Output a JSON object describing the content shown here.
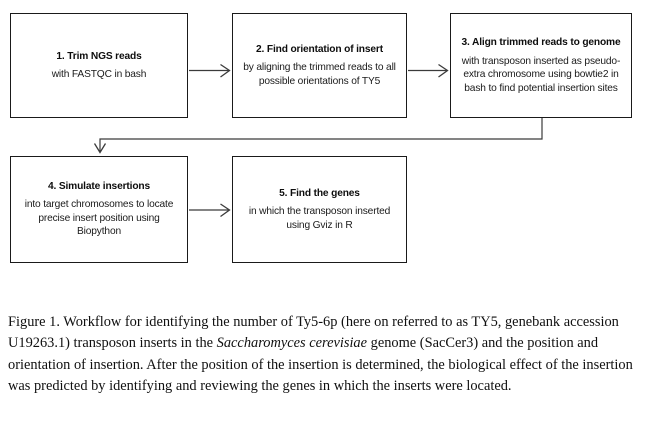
{
  "figure": {
    "type": "workflow-flowchart",
    "boxes": [
      {
        "id": "box-1",
        "title": "1. Trim NGS reads",
        "body": "with FASTQC in bash"
      },
      {
        "id": "box-2",
        "title": "2. Find orientation of insert",
        "body": "by aligning the trimmed reads to all possible orientations of TY5"
      },
      {
        "id": "box-3",
        "title": "3. Align trimmed reads to genome",
        "body": "with transposon inserted as pseudo-extra chromosome using bowtie2 in bash to find potential insertion sites"
      },
      {
        "id": "box-4",
        "title": "4. Simulate insertions",
        "body": "into target chromosomes to locate precise insert position using Biopython"
      },
      {
        "id": "box-5",
        "title": "5. Find the genes",
        "body": "in which the transposon inserted using Gviz in R"
      }
    ],
    "connectors": [
      {
        "name": "arrow-box1-to-box2",
        "from": "box-1",
        "to": "box-2",
        "style": "straight-right"
      },
      {
        "name": "arrow-box2-to-box3",
        "from": "box-2",
        "to": "box-3",
        "style": "straight-right"
      },
      {
        "name": "arrow-box3-to-box4",
        "from": "box-3",
        "to": "box-4",
        "style": "elbow-down-left"
      },
      {
        "name": "arrow-box4-to-box5",
        "from": "box-4",
        "to": "box-5",
        "style": "straight-right"
      }
    ],
    "colors": {
      "box_border": "#1a1a1a",
      "box_fill": "#ffffff",
      "connector": "#3b3b3b",
      "text": "#0d0d0d",
      "page_background": "#ffffff"
    }
  },
  "caption": {
    "label": "Figure 1.",
    "part_1": "Figure 1. Workflow for identifying the number of Ty5-6p (here on referred to as TY5, genebank accession U19263.1) transposon inserts in the ",
    "species_italic": "Saccharomyces cerevisiae",
    "part_2": " genome (SacCer3) and the position and orientation of insertion. After the position of the insertion is determined, the biological effect of the insertion was predicted by identifying and reviewing the genes in which the inserts were located."
  }
}
